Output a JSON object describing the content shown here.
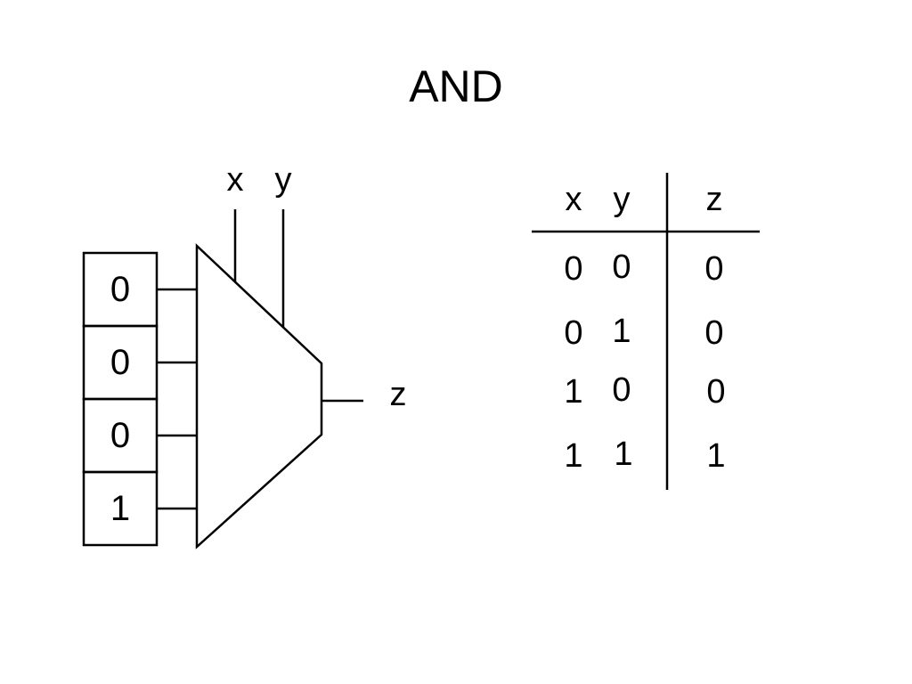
{
  "title": "AND",
  "mux": {
    "select_inputs": [
      "x",
      "y"
    ],
    "output": "z",
    "data_cells": [
      "0",
      "0",
      "0",
      "1"
    ]
  },
  "truth_table": {
    "headers": [
      "x",
      "y",
      "z"
    ],
    "rows": [
      [
        "0",
        "0",
        "0"
      ],
      [
        "0",
        "1",
        "0"
      ],
      [
        "1",
        "0",
        "0"
      ],
      [
        "1",
        "1",
        "1"
      ]
    ]
  }
}
